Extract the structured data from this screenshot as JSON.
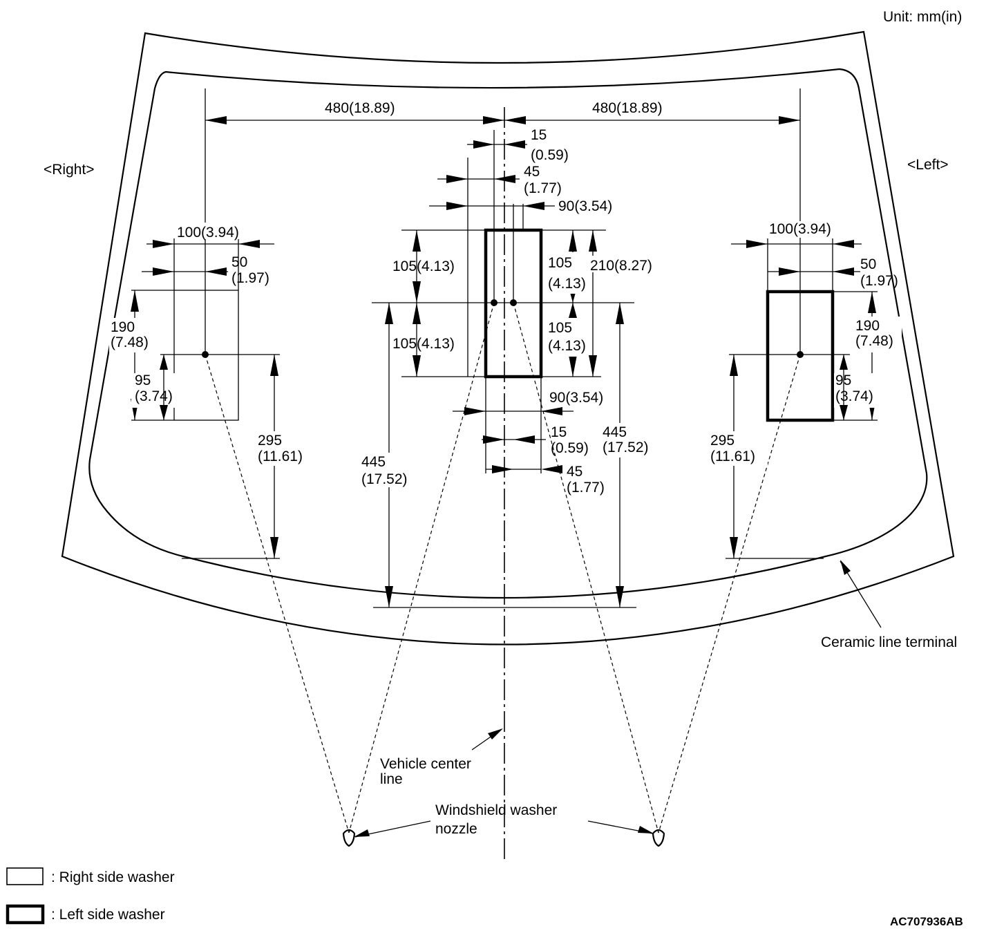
{
  "unit_label": "Unit: mm(in)",
  "side_labels": {
    "right": "<Right>",
    "left": "<Left>"
  },
  "dims": {
    "top_right_480": "480(18.89)",
    "top_left_480": "480(18.89)",
    "c15_top_a": "15",
    "c15_top_b": "(0.59)",
    "c45_top_a": "45",
    "c45_top_b": "(1.77)",
    "c90_top": "90(3.54)",
    "c105_upper_left": "105(4.13)",
    "c105_lower_left": "105(4.13)",
    "c105_upper_right_a": "105",
    "c105_upper_right_b": "(4.13)",
    "c105_lower_right_a": "105",
    "c105_lower_right_b": "(4.13)",
    "c210": "210(8.27)",
    "c90_bottom": "90(3.54)",
    "c15_bottom_a": "15",
    "c15_bottom_b": "(0.59)",
    "c45_bottom_a": "45",
    "c45_bottom_b": "(1.77)",
    "c445_left_a": "445",
    "c445_left_b": "(17.52)",
    "c445_right_a": "445",
    "c445_right_b": "(17.52)",
    "r100": "100(3.94)",
    "r50_a": "50",
    "r50_b": "(1.97)",
    "r190_a": "190",
    "r190_b": "(7.48)",
    "r95_a": "95",
    "r95_b": "(3.74)",
    "r295_a": "295",
    "r295_b": "(11.61)",
    "l100": "100(3.94)",
    "l50_a": "50",
    "l50_b": "(1.97)",
    "l190_a": "190",
    "l190_b": "(7.48)",
    "l95_a": "95",
    "l95_b": "(3.74)",
    "l295_a": "295",
    "l295_b": "(11.61)"
  },
  "callouts": {
    "ceramic": "Ceramic line terminal",
    "center_line_a": "Vehicle center",
    "center_line_b": "line",
    "nozzle_a": "Windshield washer",
    "nozzle_b": "nozzle"
  },
  "legend": {
    "right_washer": ": Right side washer",
    "left_washer": ": Left side washer"
  },
  "figure_code": "AC707936AB"
}
